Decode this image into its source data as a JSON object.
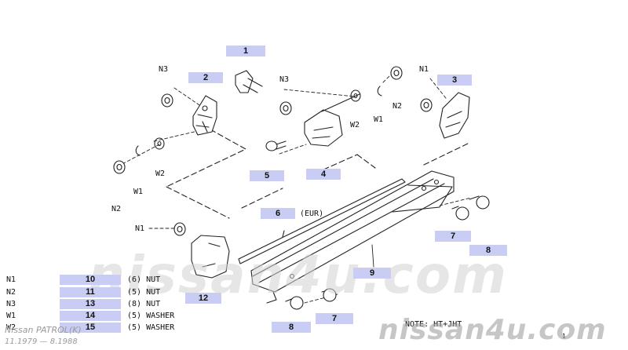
{
  "diagram": {
    "callouts": [
      "1",
      "2",
      "3",
      "4",
      "5",
      "6",
      "7",
      "8",
      "9",
      "12",
      "7",
      "8"
    ],
    "parts": [
      "N3",
      "N3",
      "N1",
      "N2",
      "W2",
      "W1",
      "W2",
      "W1",
      "N2",
      "N1"
    ],
    "eur": "(EUR)",
    "note": "NOTE: HT+JHT",
    "page_no": "1"
  },
  "legend": [
    {
      "code": "N1",
      "ref": "10",
      "desc": "(6) NUT"
    },
    {
      "code": "N2",
      "ref": "11",
      "desc": "(5) NUT"
    },
    {
      "code": "N3",
      "ref": "13",
      "desc": "(8) NUT"
    },
    {
      "code": "W1",
      "ref": "14",
      "desc": "(5) WASHER"
    },
    {
      "code": "W2",
      "ref": "15",
      "desc": "(5) WASHER"
    }
  ],
  "watermark": {
    "main": "nissan4u.com",
    "corner": "nissan4u.com"
  },
  "model": {
    "name": "Nissan PATROL(K)",
    "period": "11.1979 — 8.1988"
  }
}
